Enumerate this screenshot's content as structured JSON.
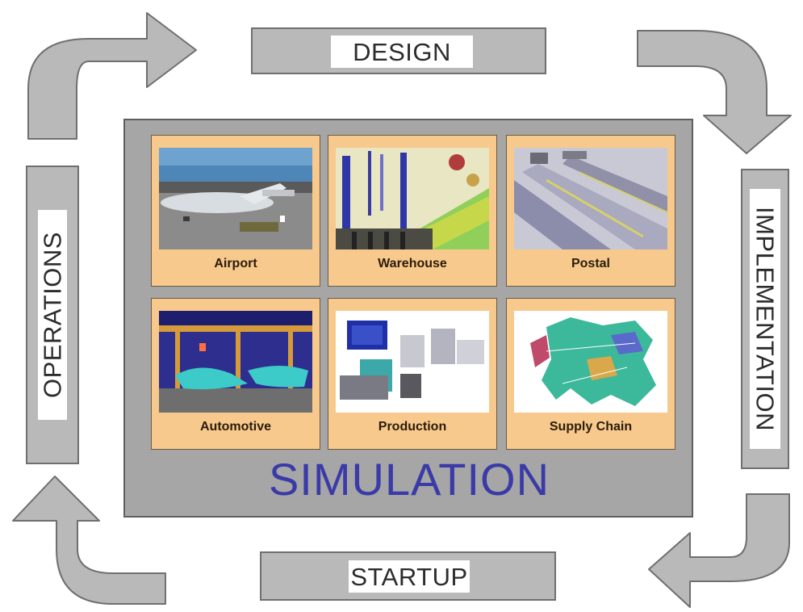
{
  "stages": {
    "design": "DESIGN",
    "implementation": "IMPLEMENTATION",
    "startup": "STARTUP",
    "operations": "OPERATIONS"
  },
  "center": {
    "title": "SIMULATION",
    "tiles": [
      {
        "label": "Airport"
      },
      {
        "label": "Warehouse"
      },
      {
        "label": "Postal"
      },
      {
        "label": "Automotive"
      },
      {
        "label": "Production"
      },
      {
        "label": "Supply Chain"
      }
    ]
  },
  "colors": {
    "stage_fill": "#b9b9b9",
    "stage_border": "#6f6f6f",
    "panel_fill": "#a6a6a6",
    "tile_fill": "#f8c98c",
    "title_text": "#3a3aa8"
  },
  "icons": {
    "cycle_arrows": [
      "curved-arrow-top-left",
      "curved-arrow-top-right",
      "curved-arrow-bottom-right",
      "curved-arrow-bottom-left"
    ]
  }
}
